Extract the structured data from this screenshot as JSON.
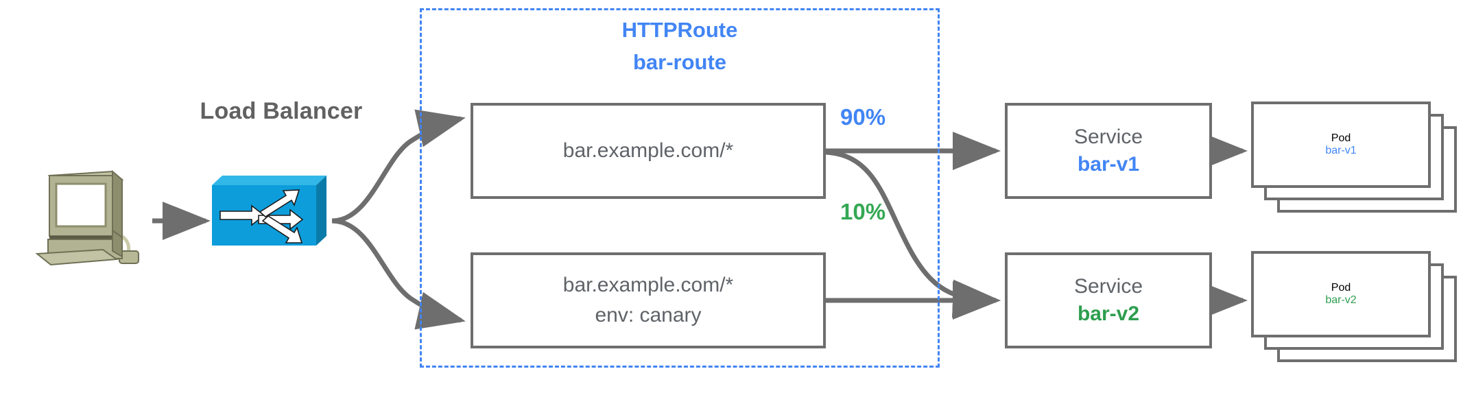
{
  "diagram": {
    "title": "HTTPRoute traffic splitting canary diagram",
    "colors": {
      "blue": "#4285f4",
      "green": "#2e9e4f",
      "gray_text": "#5f6368",
      "gray_stroke": "#6e6e6e",
      "lb_blue": "#0d9ddb",
      "computer_beige": "#a9a98a"
    }
  },
  "client": {
    "icon": "desktop-computer-icon"
  },
  "load_balancer": {
    "label": "Load Balancer",
    "icon": "load-balancer-icon"
  },
  "httproute": {
    "kind_label": "HTTPRoute",
    "name_label": "bar-route",
    "matches": [
      {
        "lines": [
          "bar.example.com/*"
        ]
      },
      {
        "lines": [
          "bar.example.com/*",
          "env: canary"
        ]
      }
    ]
  },
  "weights": [
    {
      "value": "90%",
      "color": "#4285f4"
    },
    {
      "value": "10%",
      "color": "#2e9e4f"
    }
  ],
  "services": [
    {
      "kind": "Service",
      "name": "bar-v1",
      "color": "blue"
    },
    {
      "kind": "Service",
      "name": "bar-v2",
      "color": "green"
    }
  ],
  "pods": [
    {
      "kind": "Pod",
      "name": "bar-v1",
      "color": "blue",
      "replicas": 3
    },
    {
      "kind": "Pod",
      "name": "bar-v2",
      "color": "green",
      "replicas": 3
    }
  ]
}
